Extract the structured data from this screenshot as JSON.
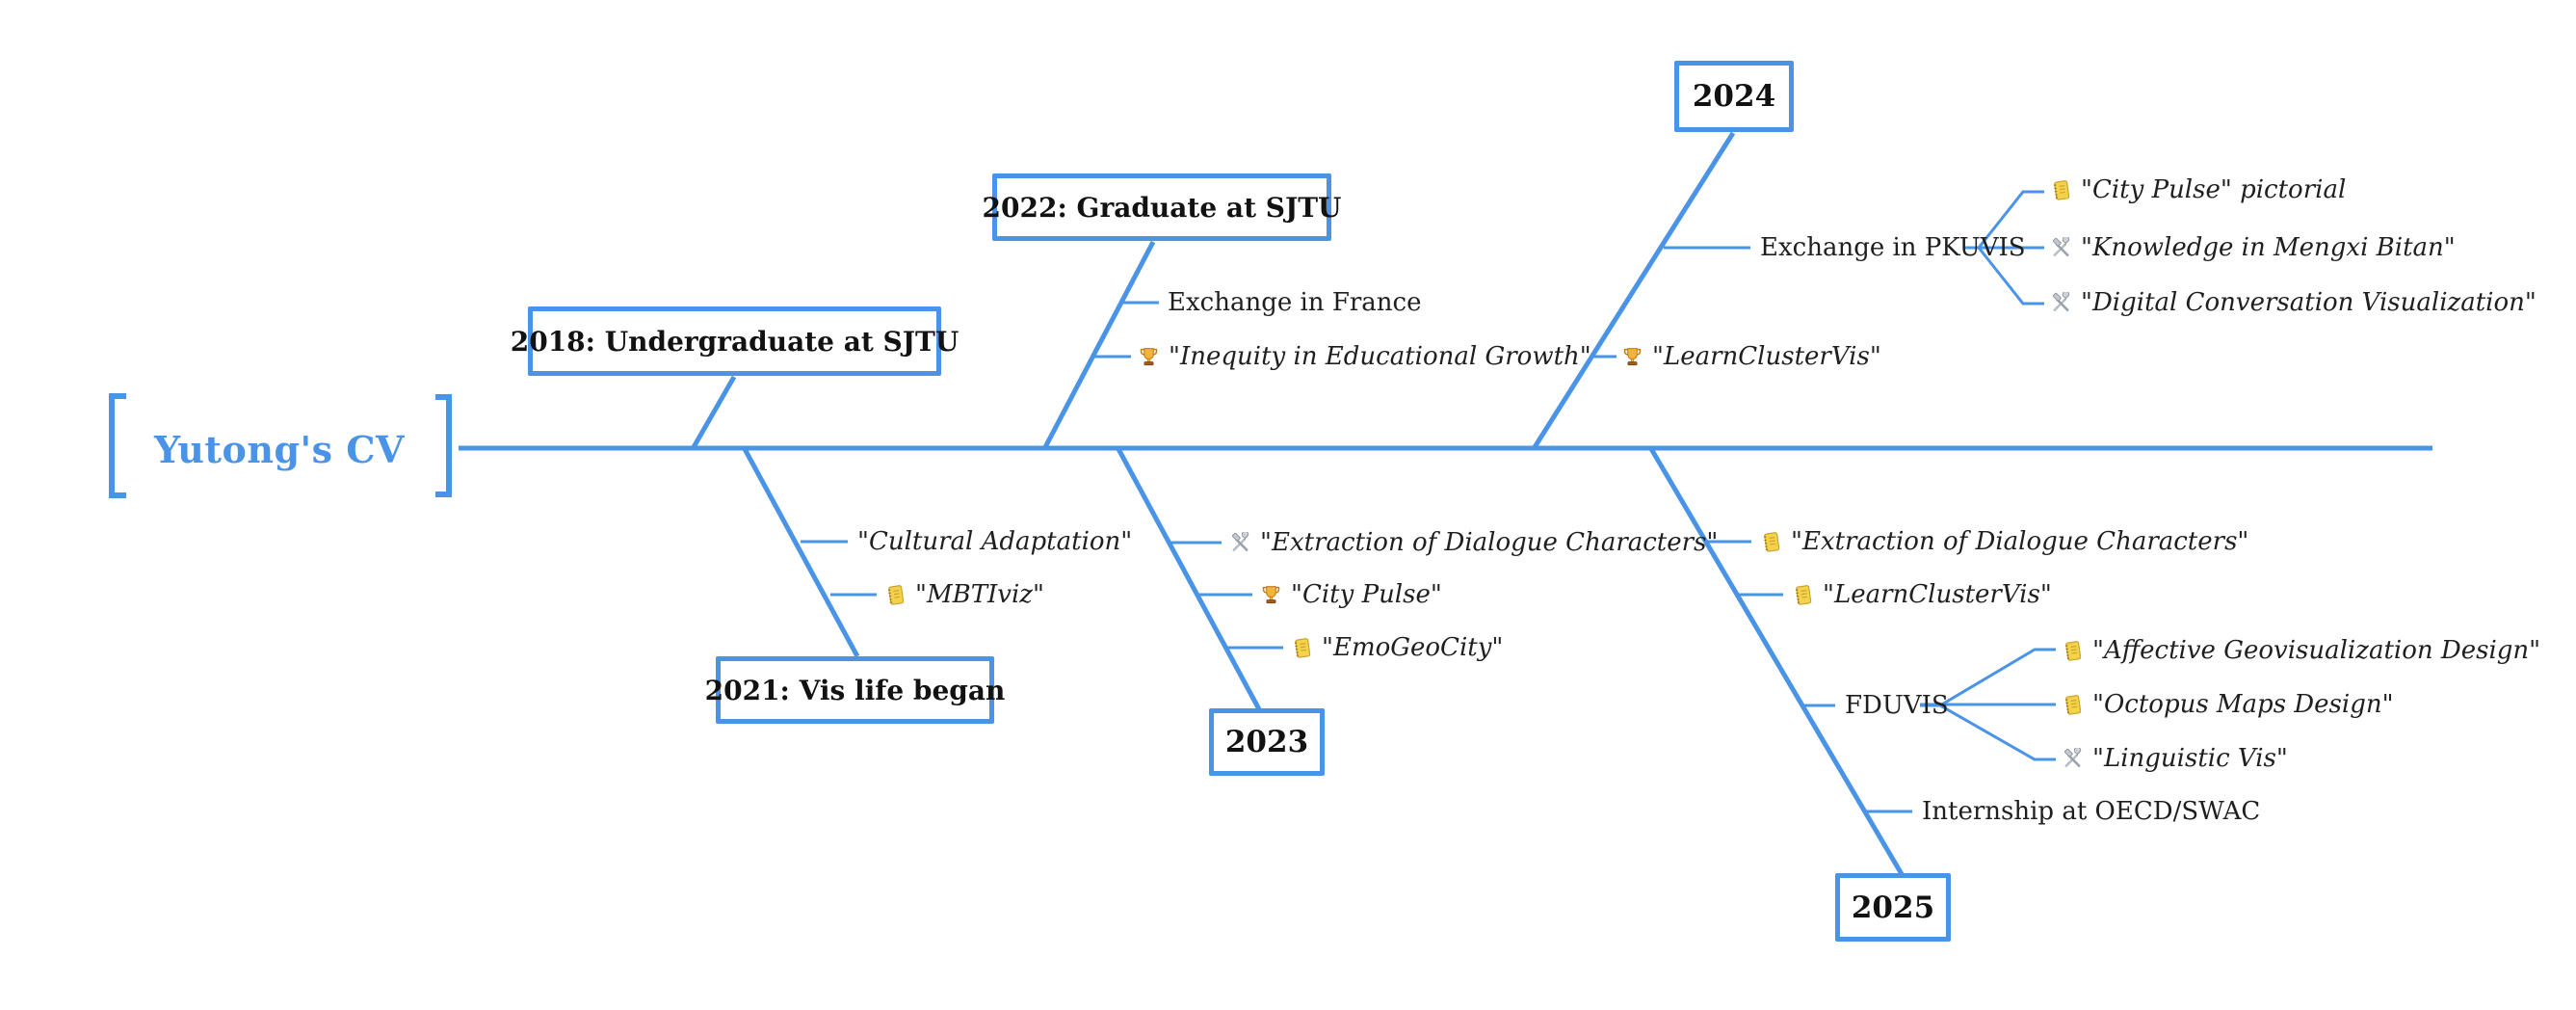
{
  "title": "Yutong's CV",
  "colors": {
    "accent": "#4a94e8",
    "ink": "#1f1f1f",
    "background": "#ffffff"
  },
  "icon_legend": {
    "ledger-icon": "yellow notebook / publication",
    "trophy-icon": "award",
    "tools-icon": "hammer and wrench / project"
  },
  "branches": {
    "y2018": {
      "label": "2018: Undergraduate at SJTU",
      "side": "up",
      "items": []
    },
    "y2021": {
      "label": "2021: Vis life began",
      "side": "down",
      "items": [
        {
          "icon": "none",
          "text": "\"Cultural Adaptation\""
        },
        {
          "icon": "ledger-icon",
          "text": "\"MBTIviz\""
        }
      ]
    },
    "y2022": {
      "label": "2022: Graduate at SJTU",
      "side": "up",
      "items": [
        {
          "icon": "none",
          "text": "Exchange in France"
        },
        {
          "icon": "trophy-icon",
          "text": "\"Inequity in Educational Growth\""
        }
      ]
    },
    "y2023": {
      "label": "2023",
      "side": "down",
      "items": [
        {
          "icon": "tools-icon",
          "text": "\"Extraction of Dialogue Characters\""
        },
        {
          "icon": "trophy-icon",
          "text": "\"City Pulse\""
        },
        {
          "icon": "ledger-icon",
          "text": "\"EmoGeoCity\""
        }
      ]
    },
    "y2024": {
      "label": "2024",
      "side": "up",
      "items": [
        {
          "icon": "none",
          "text": "Exchange in PKUVIS",
          "children": [
            {
              "icon": "ledger-icon",
              "text": "\"City Pulse\" pictorial"
            },
            {
              "icon": "tools-icon",
              "text": "\"Knowledge in Mengxi Bitan\""
            },
            {
              "icon": "tools-icon",
              "text": "\"Digital Conversation Visualization\""
            }
          ]
        },
        {
          "icon": "trophy-icon",
          "text": "\"LearnClusterVis\""
        }
      ]
    },
    "y2025": {
      "label": "2025",
      "side": "down",
      "items": [
        {
          "icon": "ledger-icon",
          "text": "\"Extraction of Dialogue Characters\""
        },
        {
          "icon": "ledger-icon",
          "text": "\"LearnClusterVis\""
        },
        {
          "icon": "none",
          "text": "FDUVIS",
          "children": [
            {
              "icon": "ledger-icon",
              "text": "\"Affective Geovisualization Design\""
            },
            {
              "icon": "ledger-icon",
              "text": "\"Octopus Maps Design\""
            },
            {
              "icon": "tools-icon",
              "text": "\"Linguistic Vis\""
            }
          ]
        },
        {
          "icon": "none",
          "text": "Internship at OECD/SWAC"
        }
      ]
    }
  }
}
